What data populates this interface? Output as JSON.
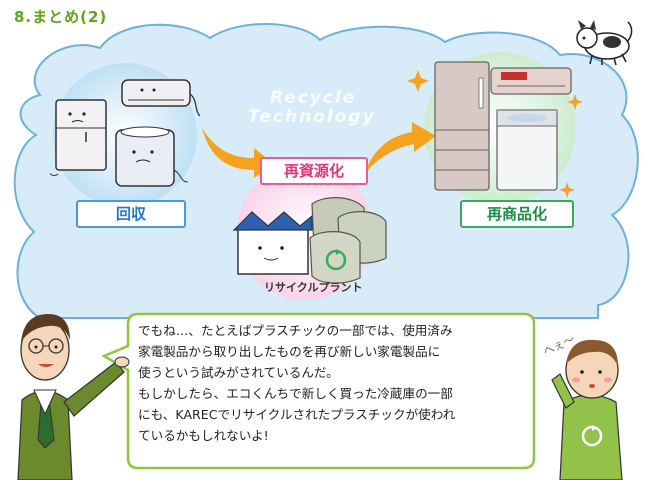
{
  "header": {
    "title": "8.まとめ(2)"
  },
  "watermark": {
    "line1": "Recycle",
    "line2": "Technology"
  },
  "steps": {
    "collect": "回収",
    "recycle": "再資源化",
    "reproduct": "再商品化"
  },
  "plant": {
    "label": "リサイクルプラント"
  },
  "speech": {
    "lines": [
      "でもね…、たとえばプラスチックの一部では、使用済み",
      "家電製品から取り出したものを再び新しい家電製品に",
      "使うという試みがされているんだ。",
      "もしかしたら、エコくんちで新しく買った冷蔵庫の一部",
      "にも、KARECでリサイクルされたプラスチックが使われ",
      "ているかもしれないよ!"
    ]
  },
  "child": {
    "exclaim": "へぇ〜"
  },
  "colors": {
    "title": "#5aa81a",
    "cloud_fill": "#d7ecf8",
    "cloud_stroke": "#6cb1de",
    "collect": "#1d78c9",
    "recycle": "#e33578",
    "reproduct": "#1d8f45",
    "arrow": "#f5a31e",
    "bubble_border": "#8fc63f"
  },
  "icons": [
    "dog-icon",
    "air-conditioner-icon",
    "refrigerator-icon",
    "washing-machine-icon",
    "recycle-icon",
    "factory-icon"
  ]
}
